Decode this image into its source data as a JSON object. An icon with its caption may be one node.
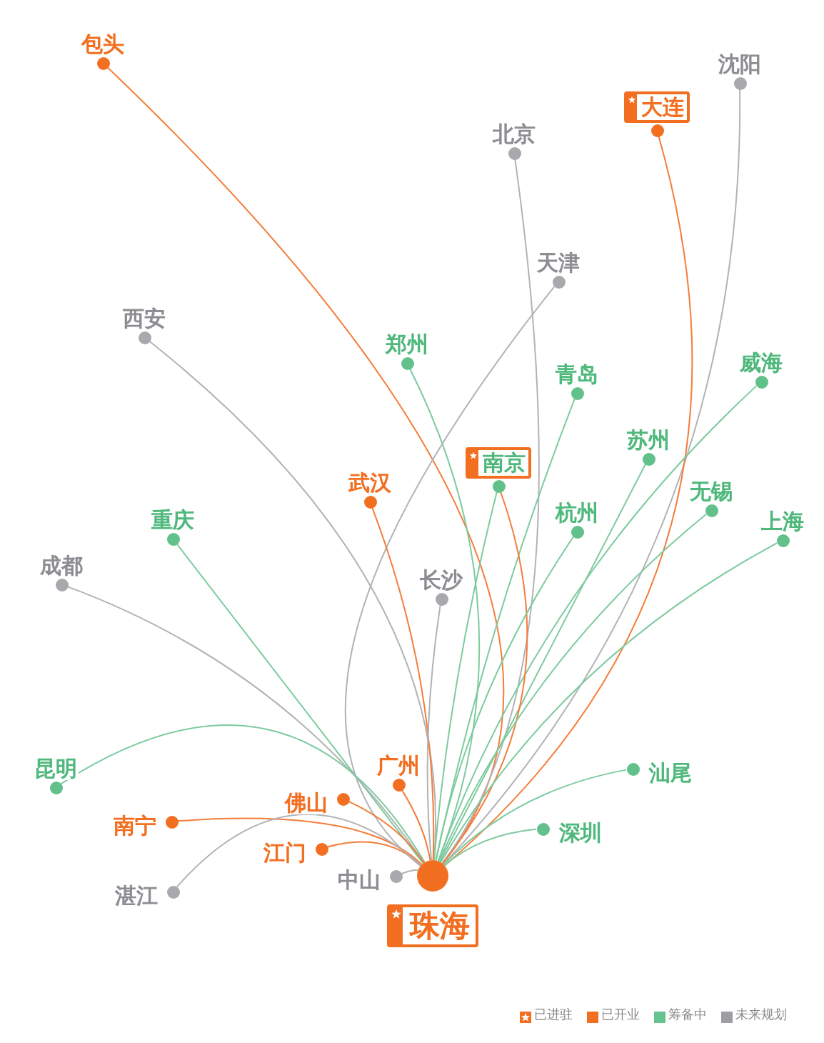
{
  "diagram": {
    "nodes": [
      {
        "text": [
          "包头"
        ]
      },
      {
        "text": [
          "沈阳"
        ]
      },
      {
        "text": [
          "大连"
        ]
      },
      {
        "text": [
          "北京"
        ]
      },
      {
        "text": [
          "天津"
        ]
      },
      {
        "text": [
          "西安"
        ]
      },
      {
        "text": [
          "郑州"
        ]
      },
      {
        "text": [
          "威海"
        ]
      },
      {
        "text": [
          "青岛"
        ]
      },
      {
        "text": [
          "苏州"
        ]
      },
      {
        "text": [
          "南京"
        ]
      },
      {
        "text": [
          "武汉"
        ]
      },
      {
        "text": [
          "无锡"
        ]
      },
      {
        "text": [
          "杭州"
        ]
      },
      {
        "text": [
          "上海"
        ]
      },
      {
        "text": [
          "重庆"
        ]
      },
      {
        "text": [
          "成都"
        ]
      },
      {
        "text": [
          "长沙"
        ]
      },
      {
        "text": [
          "汕尾"
        ]
      },
      {
        "text": [
          "广州"
        ]
      },
      {
        "text": [
          "昆明"
        ]
      },
      {
        "text": [
          "佛山"
        ]
      },
      {
        "text": [
          "深圳"
        ]
      },
      {
        "text": [
          "南宁"
        ]
      },
      {
        "text": [
          "江门"
        ]
      },
      {
        "text": [
          "中山"
        ]
      },
      {
        "text": [
          "珠海"
        ]
      },
      {
        "text": [
          "湛江"
        ]
      }
    ],
    "edges": [
      {
        "from": 26,
        "to": 0,
        "arrow": "none",
        "color": "#f47d3a"
      },
      {
        "from": 26,
        "to": 1,
        "arrow": "none",
        "color": "#b2b3b6"
      },
      {
        "from": 26,
        "to": 2,
        "arrow": "none",
        "color": "#f47d3a"
      },
      {
        "from": 26,
        "to": 3,
        "arrow": "none",
        "color": "#b2b3b6"
      },
      {
        "from": 26,
        "to": 4,
        "arrow": "none",
        "color": "#b2b3b6"
      },
      {
        "from": 26,
        "to": 5,
        "arrow": "none",
        "color": "#b2b3b6"
      },
      {
        "from": 26,
        "to": 6,
        "arrow": "none"
      },
      {
        "from": 26,
        "to": 7,
        "arrow": "none"
      },
      {
        "from": 26,
        "to": 8,
        "arrow": "none"
      },
      {
        "from": 26,
        "to": 9,
        "arrow": "none"
      },
      {
        "from": 26,
        "to": 10,
        "arrow": "none"
      },
      {
        "from": 26,
        "to": 10,
        "arrow": "none",
        "color": "#f47d3a"
      },
      {
        "from": 26,
        "to": 11,
        "arrow": "none",
        "color": "#f47d3a"
      },
      {
        "from": 26,
        "to": 12,
        "arrow": "none"
      },
      {
        "from": 26,
        "to": 13,
        "arrow": "none"
      },
      {
        "from": 26,
        "to": 14,
        "arrow": "none"
      },
      {
        "from": 26,
        "to": 15,
        "arrow": "none"
      },
      {
        "from": 26,
        "to": 16,
        "arrow": "none",
        "color": "#b2b3b6"
      },
      {
        "from": 26,
        "to": 17,
        "arrow": "none",
        "color": "#b2b3b6"
      },
      {
        "from": 26,
        "to": 18,
        "arrow": "none"
      },
      {
        "from": 26,
        "to": 19,
        "arrow": "none",
        "color": "#f47d3a"
      },
      {
        "from": 26,
        "to": 20,
        "arrow": "none"
      },
      {
        "from": 26,
        "to": 21,
        "arrow": "none",
        "color": "#f47d3a"
      },
      {
        "from": 26,
        "to": 22,
        "arrow": "none"
      },
      {
        "from": 26,
        "to": 23,
        "arrow": "none",
        "color": "#f47d3a"
      },
      {
        "from": 26,
        "to": 24,
        "arrow": "none",
        "color": "#f47d3a"
      },
      {
        "from": 26,
        "to": 25,
        "arrow": "none",
        "color": "#b2b3b6"
      },
      {
        "from": 26,
        "to": 27,
        "arrow": "none",
        "color": "#b2b3b6"
      }
    ],
    "legend": [
      {
        "text": "已进驻"
      },
      {
        "text": "已开业",
        "color": "#f26f21"
      },
      {
        "text": "筹备中",
        "color": "#66c28f"
      },
      {
        "text": "未来规划",
        "color": "#9d9ea2"
      }
    ]
  }
}
